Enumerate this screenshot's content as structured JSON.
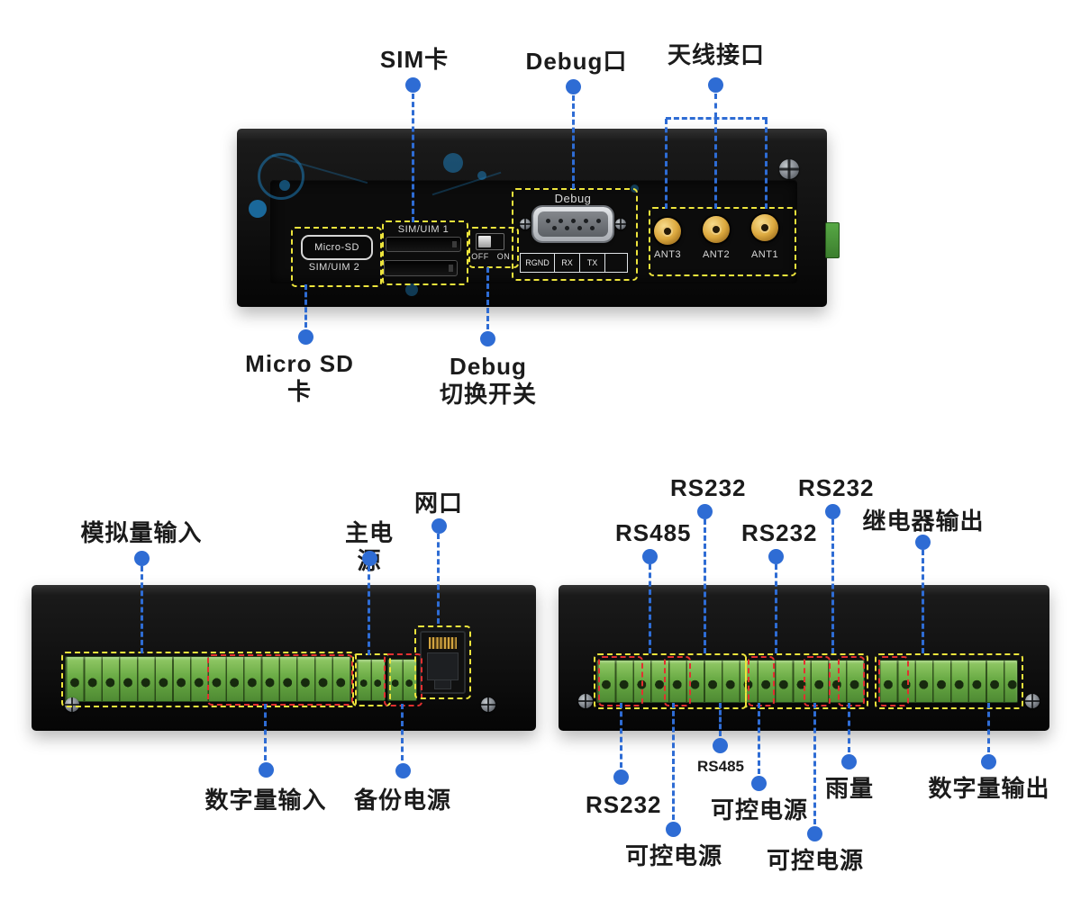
{
  "colors": {
    "callout_blue": "#2e6cd4",
    "highlight_yellow": "#ede43c",
    "highlight_red": "#e23030",
    "device_black": "#0e0e0e",
    "terminal_green": "#6aab45",
    "antenna_gold": "#dca93f"
  },
  "top_section": {
    "callouts": {
      "sim": "SIM卡",
      "debug_port": "Debug口",
      "antenna": "天线接口",
      "micro_sd": "Micro SD卡",
      "debug_switch_line1": "Debug",
      "debug_switch_line2": "切换开关"
    },
    "device": {
      "micro_sd_slot": "Micro-SD",
      "sim_uim_1": "SIM/UIM 1",
      "sim_uim_2": "SIM/UIM 2",
      "switch_off": "OFF",
      "switch_on": "ON",
      "debug_label": "Debug",
      "pin_cells": [
        "RGND",
        "RX",
        "TX",
        ""
      ],
      "antennas": [
        "ANT3",
        "ANT2",
        "ANT1"
      ]
    }
  },
  "bottom_left_section": {
    "callouts": {
      "analog_input": "模拟量输入",
      "main_power": "主电源",
      "ethernet": "网口",
      "digital_input": "数字量输入",
      "backup_power": "备份电源"
    }
  },
  "bottom_right_section": {
    "callouts_top": [
      "RS485",
      "RS232",
      "RS232",
      "RS232",
      "继电器输出"
    ],
    "callouts_bottom": [
      "RS232",
      "可控电源",
      "RS485",
      "可控电源",
      "可控电源",
      "雨量",
      "数字量输出"
    ]
  }
}
